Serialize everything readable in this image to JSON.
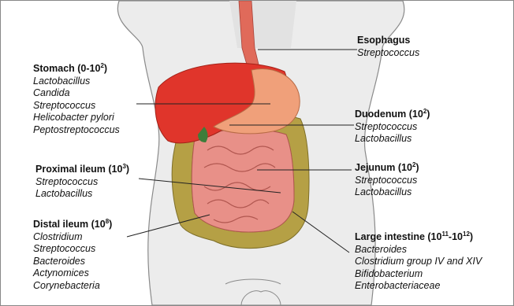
{
  "labels": {
    "esophagus": {
      "title": "Esophagus",
      "items": [
        "Streptococcus"
      ]
    },
    "stomach": {
      "title": "Stomach (0-10",
      "sup": "2",
      "tail": ")",
      "items": [
        "Lactobacillus",
        "Candida",
        "Streptococcus",
        "Helicobacter pylori",
        "Peptostreptococcus"
      ]
    },
    "duodenum": {
      "title": "Duodenum (10",
      "sup": "2",
      "tail": ")",
      "items": [
        "Streptococcus",
        "Lactobacillus"
      ]
    },
    "proximal_ileum": {
      "title": "Proximal ileum (10",
      "sup": "3",
      "tail": ")",
      "items": [
        "Streptococcus",
        "Lactobacillus"
      ]
    },
    "jejunum": {
      "title": "Jejunum (10",
      "sup": "2",
      "tail": ")",
      "items": [
        "Streptococcus",
        "Lactobacillus"
      ]
    },
    "distal_ileum": {
      "title": "Distal ileum (10",
      "sup": "8",
      "tail": ")",
      "items": [
        "Clostridium",
        "Streptococcus",
        "Bacteroides",
        "Actynomices",
        "Corynebacteria"
      ]
    },
    "large_intestine": {
      "title": "Large intestine (10",
      "sup": "11",
      "mid": "-10",
      "sup2": "12",
      "tail": ")",
      "items": [
        "Bacteroides",
        "Clostridium group IV and XIV",
        "Bifidobacterium",
        "Enterobacteriaceae"
      ]
    }
  },
  "colors": {
    "liver": "#e0352b",
    "stomach": "#f0a07a",
    "colon": "#b5a045",
    "small_intestine": "#e89088",
    "esophagus": "#e06a5a",
    "leader_line": "#222222"
  }
}
